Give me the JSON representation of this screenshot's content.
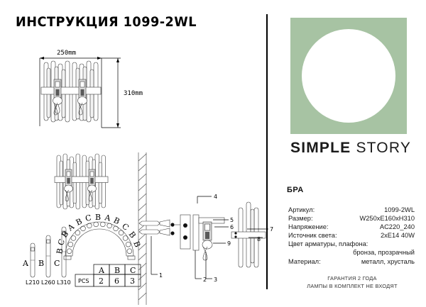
{
  "document": {
    "title": "ИНСТРУКЦИЯ 1099-2WL"
  },
  "brand": {
    "name_bold": "SIMPLE",
    "name_regular": "STORY",
    "logo_color": "#a7c3a3",
    "logo_circle_color": "#ffffff"
  },
  "product": {
    "type_label": "БРА",
    "specs": [
      {
        "key": "Артикул:",
        "value": "1099-2WL"
      },
      {
        "key": "Размер:",
        "value": "W250xE160xH310"
      },
      {
        "key": "Напряжение:",
        "value": "AC220_240"
      },
      {
        "key": "Источник света:",
        "value": "2xE14 40W"
      }
    ],
    "spec_wrapped": {
      "key": "Цвет арматуры, плафона:",
      "value": "бронза, прозрачный"
    },
    "spec_material": {
      "key": "Материал:",
      "value": "металл, хрусталь"
    }
  },
  "footer": {
    "line1": "ГАРАНТИЯ 2 ГОДА",
    "line2": "ЛАМПЫ В КОМПЛЕКТ НЕ ВХОДЯТ"
  },
  "drawing_top": {
    "width_dimension": "250mm",
    "height_dimension": "310mm"
  },
  "drawing_bottom": {
    "rod_labels": [
      "A",
      "B",
      "C"
    ],
    "rod_lengths": [
      "L210",
      "L260",
      "L310"
    ],
    "arch_letters": [
      "B",
      "C",
      "B",
      "A",
      "B",
      "C",
      "B",
      "A",
      "B",
      "C",
      "B"
    ],
    "table": {
      "row_label": "PCS",
      "headers": [
        "A",
        "B",
        "C"
      ],
      "values": [
        "2",
        "6",
        "3"
      ]
    },
    "callouts": [
      "1",
      "2",
      "3",
      "4",
      "5",
      "6",
      "7",
      "8",
      "9"
    ]
  }
}
